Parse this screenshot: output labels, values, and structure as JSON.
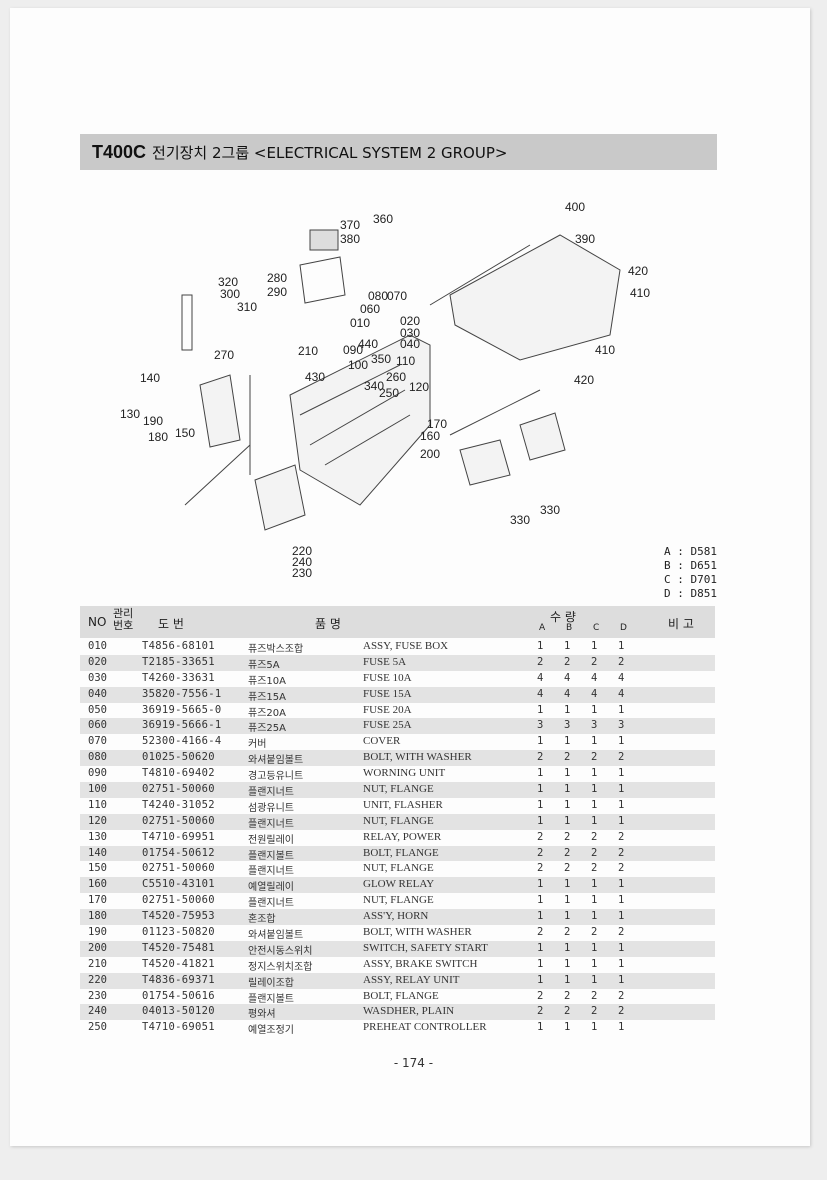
{
  "title": {
    "model": "T400C",
    "text": "전기장치 2그룹 <ELECTRICAL SYSTEM 2 GROUP>"
  },
  "diagram_labels": [
    "370",
    "360",
    "380",
    "400",
    "390",
    "420",
    "410",
    "320",
    "280",
    "300",
    "290",
    "310",
    "080",
    "070",
    "060",
    "020",
    "010",
    "030",
    "040",
    "270",
    "210",
    "090",
    "440",
    "100",
    "350",
    "110",
    "410",
    "420",
    "140",
    "430",
    "260",
    "340",
    "250",
    "120",
    "130",
    "190",
    "180",
    "150",
    "170",
    "160",
    "200",
    "220",
    "240",
    "230",
    "330",
    "330"
  ],
  "engine_legend": [
    "A : D581",
    "B : D651",
    "C : D701",
    "D : D851"
  ],
  "table_header": {
    "no": "NO",
    "mgmt": "관리번호",
    "drawing": "도    번",
    "name": "품          명",
    "qty": "수    량",
    "note": "비 고",
    "cols": [
      "A",
      "B",
      "C",
      "D"
    ]
  },
  "parts": [
    {
      "no": "010",
      "pn": "T4856-68101",
      "kn": "퓨즈박스조합",
      "en": "ASSY, FUSE BOX",
      "q": [
        "1",
        "1",
        "1",
        "1"
      ]
    },
    {
      "no": "020",
      "pn": "T2185-33651",
      "kn": "퓨즈5A",
      "en": "FUSE 5A",
      "q": [
        "2",
        "2",
        "2",
        "2"
      ]
    },
    {
      "no": "030",
      "pn": "T4260-33631",
      "kn": "퓨즈10A",
      "en": "FUSE 10A",
      "q": [
        "4",
        "4",
        "4",
        "4"
      ]
    },
    {
      "no": "040",
      "pn": "35820-7556-1",
      "kn": "퓨즈15A",
      "en": "FUSE 15A",
      "q": [
        "4",
        "4",
        "4",
        "4"
      ]
    },
    {
      "no": "050",
      "pn": "36919-5665-0",
      "kn": "퓨즈20A",
      "en": "FUSE 20A",
      "q": [
        "1",
        "1",
        "1",
        "1"
      ]
    },
    {
      "no": "060",
      "pn": "36919-5666-1",
      "kn": "퓨즈25A",
      "en": "FUSE 25A",
      "q": [
        "3",
        "3",
        "3",
        "3"
      ]
    },
    {
      "no": "070",
      "pn": "52300-4166-4",
      "kn": "커버",
      "en": "COVER",
      "q": [
        "1",
        "1",
        "1",
        "1"
      ]
    },
    {
      "no": "080",
      "pn": "01025-50620",
      "kn": "와셔붙임볼트",
      "en": "BOLT, WITH WASHER",
      "q": [
        "2",
        "2",
        "2",
        "2"
      ]
    },
    {
      "no": "090",
      "pn": "T4810-69402",
      "kn": "경고등유니트",
      "en": "WORNING UNIT",
      "q": [
        "1",
        "1",
        "1",
        "1"
      ]
    },
    {
      "no": "100",
      "pn": "02751-50060",
      "kn": "플랜지너트",
      "en": "NUT, FLANGE",
      "q": [
        "1",
        "1",
        "1",
        "1"
      ]
    },
    {
      "no": "110",
      "pn": "T4240-31052",
      "kn": "섬광유니트",
      "en": "UNIT, FLASHER",
      "q": [
        "1",
        "1",
        "1",
        "1"
      ]
    },
    {
      "no": "120",
      "pn": "02751-50060",
      "kn": "플랜지너트",
      "en": "NUT, FLANGE",
      "q": [
        "1",
        "1",
        "1",
        "1"
      ]
    },
    {
      "no": "130",
      "pn": "T4710-69951",
      "kn": "전원릴레이",
      "en": "RELAY, POWER",
      "q": [
        "2",
        "2",
        "2",
        "2"
      ]
    },
    {
      "no": "140",
      "pn": "01754-50612",
      "kn": "플랜지볼트",
      "en": "BOLT, FLANGE",
      "q": [
        "2",
        "2",
        "2",
        "2"
      ]
    },
    {
      "no": "150",
      "pn": "02751-50060",
      "kn": "플랜지너트",
      "en": "NUT, FLANGE",
      "q": [
        "2",
        "2",
        "2",
        "2"
      ]
    },
    {
      "no": "160",
      "pn": "C5510-43101",
      "kn": "예열릴레이",
      "en": "GLOW RELAY",
      "q": [
        "1",
        "1",
        "1",
        "1"
      ]
    },
    {
      "no": "170",
      "pn": "02751-50060",
      "kn": "플랜지너트",
      "en": "NUT, FLANGE",
      "q": [
        "1",
        "1",
        "1",
        "1"
      ]
    },
    {
      "no": "180",
      "pn": "T4520-75953",
      "kn": "혼조합",
      "en": "ASS'Y, HORN",
      "q": [
        "1",
        "1",
        "1",
        "1"
      ]
    },
    {
      "no": "190",
      "pn": "01123-50820",
      "kn": "와셔붙임볼트",
      "en": "BOLT, WITH WASHER",
      "q": [
        "2",
        "2",
        "2",
        "2"
      ]
    },
    {
      "no": "200",
      "pn": "T4520-75481",
      "kn": "안전시동스위치",
      "en": "SWITCH, SAFETY START",
      "q": [
        "1",
        "1",
        "1",
        "1"
      ]
    },
    {
      "no": "210",
      "pn": "T4520-41821",
      "kn": "정지스위치조합",
      "en": "ASSY, BRAKE SWITCH",
      "q": [
        "1",
        "1",
        "1",
        "1"
      ]
    },
    {
      "no": "220",
      "pn": "T4836-69371",
      "kn": "릴레이조합",
      "en": "ASSY, RELAY UNIT",
      "q": [
        "1",
        "1",
        "1",
        "1"
      ]
    },
    {
      "no": "230",
      "pn": "01754-50616",
      "kn": "플랜지볼트",
      "en": "BOLT, FLANGE",
      "q": [
        "2",
        "2",
        "2",
        "2"
      ]
    },
    {
      "no": "240",
      "pn": "04013-50120",
      "kn": "평와셔",
      "en": "WASDHER, PLAIN",
      "q": [
        "2",
        "2",
        "2",
        "2"
      ]
    },
    {
      "no": "250",
      "pn": "T4710-69051",
      "kn": "예열조정기",
      "en": "PREHEAT CONTROLLER",
      "q": [
        "1",
        "1",
        "1",
        "1"
      ]
    }
  ],
  "page_number": "- 174 -"
}
